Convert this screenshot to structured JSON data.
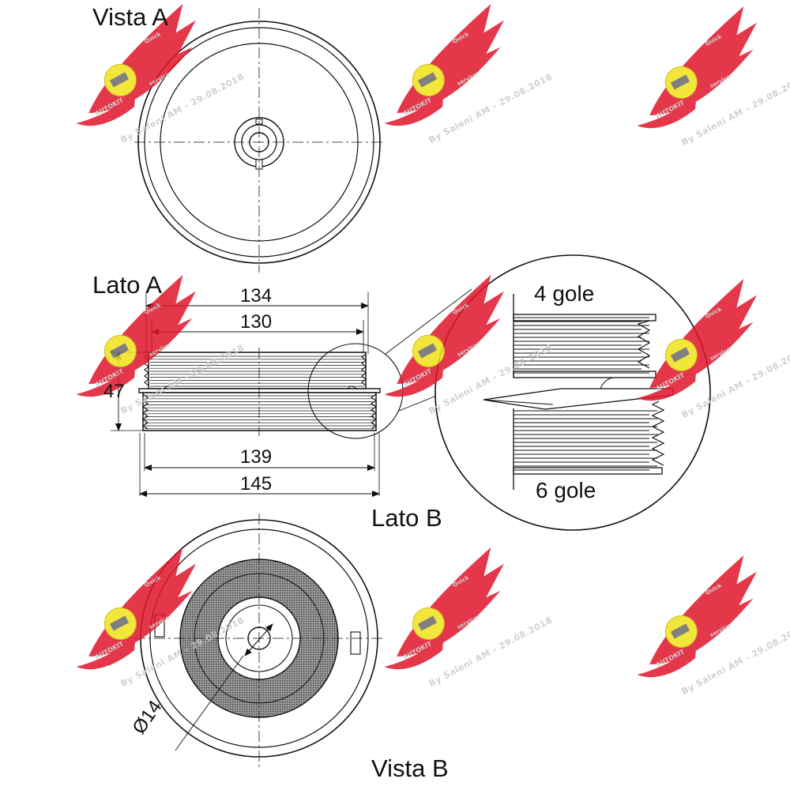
{
  "views": {
    "vista_a": "Vista A",
    "lato_a": "Lato A",
    "lato_b": "Lato B",
    "vista_b": "Vista B"
  },
  "dimensions": {
    "d134": "134",
    "d130": "130",
    "d47": "47",
    "d139": "139",
    "d145": "145",
    "hole": "Ø14"
  },
  "detail": {
    "top_grooves": "4 gole",
    "bottom_grooves": "6 gole"
  },
  "watermark": {
    "logo_text": "AUTOKIT",
    "logo_subtext": "Quick",
    "logo_subtext2": "service",
    "caption": "By Saleni AM - 29.08.2018"
  },
  "colors": {
    "line": "#111111",
    "watermark_red": "#e0162b",
    "watermark_yellow": "#f2e21a",
    "watermark_gray": "#c9c9c9"
  }
}
